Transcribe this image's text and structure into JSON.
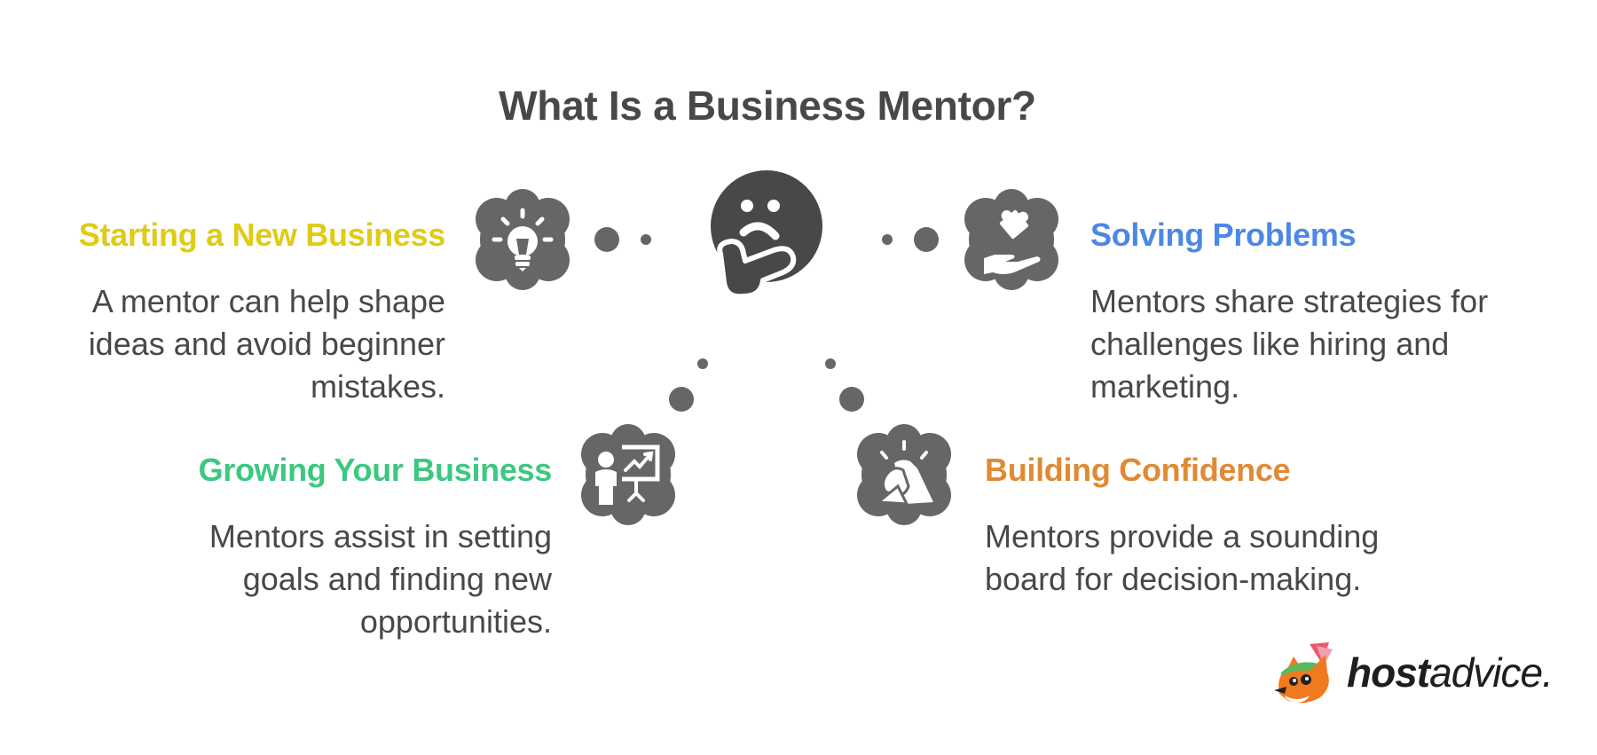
{
  "title": "What Is a Business Mentor?",
  "center_icon": "thinking-face-icon",
  "colors": {
    "title": "#484848",
    "body": "#484848",
    "icon_cloud": "#666666",
    "center_face": "#484848",
    "starting": "#E0CB15",
    "solving": "#4C88E5",
    "growing": "#3CC880",
    "building": "#E08A35"
  },
  "items": [
    {
      "id": "starting",
      "heading": "Starting a New Business",
      "icon": "lightbulb-icon",
      "lines": [
        "A mentor can help shape",
        "ideas and avoid beginner",
        "mistakes."
      ]
    },
    {
      "id": "solving",
      "heading": "Solving Problems",
      "icon": "puzzle-hand-icon",
      "lines": [
        "Mentors share strategies for",
        "challenges like hiring and",
        "marketing."
      ]
    },
    {
      "id": "growing",
      "heading": "Growing Your Business",
      "icon": "presentation-chart-icon",
      "lines": [
        "Mentors assist in setting",
        "goals and finding new",
        "opportunities."
      ]
    },
    {
      "id": "building",
      "heading": "Building Confidence",
      "icon": "raised-fist-icon",
      "lines": [
        "Mentors provide a sounding",
        "board for decision-making."
      ]
    }
  ],
  "logo": {
    "bold": "host",
    "light": "advice.",
    "icon": "fox-mascot-icon"
  }
}
